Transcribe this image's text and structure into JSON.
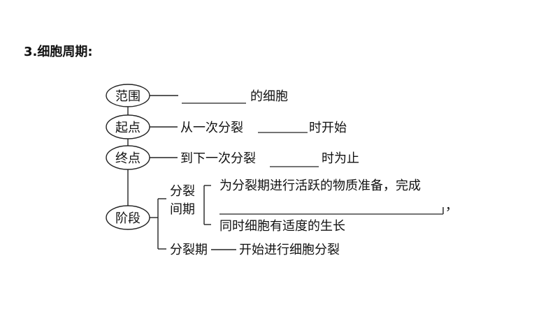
{
  "title": "3.细胞周期:",
  "nodes": {
    "range": "范围",
    "start": "起点",
    "end": "终点",
    "stage": "阶段"
  },
  "range_text": "的细胞",
  "start_text_pre": "从一次分裂",
  "start_text_post": "时开始",
  "end_text_pre": "到下一次分裂",
  "end_text_post": "时为止",
  "interphase_l1": "分裂",
  "interphase_l2": "间期",
  "interphase_line1": "为分裂期进行活跃的物质准备，完成",
  "interphase_line2_tail": "，",
  "interphase_line3": "同时细胞有适度的生长",
  "mitosis_label": "分裂期",
  "mitosis_text": "开始进行细胞分裂"
}
